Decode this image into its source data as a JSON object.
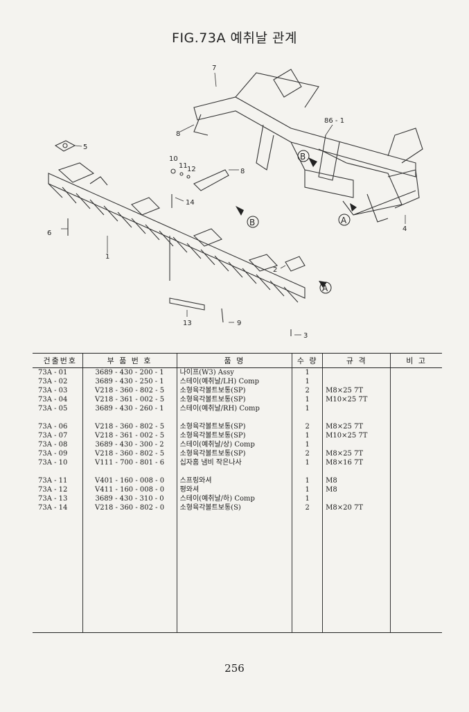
{
  "title": "FIG.73A 예취날 관계",
  "page_number": "256",
  "diagram": {
    "callouts": [
      "7",
      "8",
      "86 - 1",
      "5",
      "10",
      "11",
      "12",
      "8",
      "14",
      "6",
      "1",
      "2",
      "13",
      "9",
      "3",
      "4"
    ],
    "markers": [
      "A",
      "B"
    ]
  },
  "table": {
    "headers": [
      "건출번호",
      "부 품 번 호",
      "품 명",
      "수 량",
      "규 격",
      "비 고"
    ],
    "groups": [
      [
        {
          "no": "73A - 01",
          "part": "3689 - 430 - 200 - 1",
          "desc": "나이프(W3) Assy",
          "qty": "1",
          "spec": ""
        },
        {
          "no": "73A - 02",
          "part": "3689 - 430 - 250 - 1",
          "desc": "스테이(예취날/LH) Comp",
          "qty": "1",
          "spec": ""
        },
        {
          "no": "73A - 03",
          "part": "V218 - 360 - 802 - 5",
          "desc": "소형육각볼트보통(SP)",
          "qty": "2",
          "spec": "M8×25 7T"
        },
        {
          "no": "73A - 04",
          "part": "V218 - 361 - 002 - 5",
          "desc": "소형육각볼트보통(SP)",
          "qty": "1",
          "spec": "M10×25 7T"
        },
        {
          "no": "73A - 05",
          "part": "3689 - 430 - 260 - 1",
          "desc": "스테이(예취날/RH) Comp",
          "qty": "1",
          "spec": ""
        }
      ],
      [
        {
          "no": "73A - 06",
          "part": "V218 - 360 - 802 - 5",
          "desc": "소형육각볼트보통(SP)",
          "qty": "2",
          "spec": "M8×25 7T"
        },
        {
          "no": "73A - 07",
          "part": "V218 - 361 - 002 - 5",
          "desc": "소형육각볼트보통(SP)",
          "qty": "1",
          "spec": "M10×25 7T"
        },
        {
          "no": "73A - 08",
          "part": "3689 - 430 - 300 - 2",
          "desc": "스테이(예취날/상) Comp",
          "qty": "1",
          "spec": ""
        },
        {
          "no": "73A - 09",
          "part": "V218 - 360 - 802 - 5",
          "desc": "소형육각볼트보통(SP)",
          "qty": "2",
          "spec": "M8×25 7T"
        },
        {
          "no": "73A - 10",
          "part": "V111 - 700 - 801 - 6",
          "desc": "십자홈 냄비 작은나사",
          "qty": "1",
          "spec": "M8×16 7T"
        }
      ],
      [
        {
          "no": "73A - 11",
          "part": "V401 - 160 - 008 - 0",
          "desc": "스프링와셔",
          "qty": "1",
          "spec": "M8"
        },
        {
          "no": "73A - 12",
          "part": "V411 - 160 - 008 - 0",
          "desc": "평와셔",
          "qty": "1",
          "spec": "M8"
        },
        {
          "no": "73A - 13",
          "part": "3689 - 430 - 310 - 0",
          "desc": "스테이(예취날/하) Comp",
          "qty": "1",
          "spec": ""
        },
        {
          "no": "73A - 14",
          "part": "V218 - 360 - 802 - 0",
          "desc": "소형육각볼트보통(S)",
          "qty": "2",
          "spec": "M8×20 7T"
        }
      ]
    ]
  }
}
